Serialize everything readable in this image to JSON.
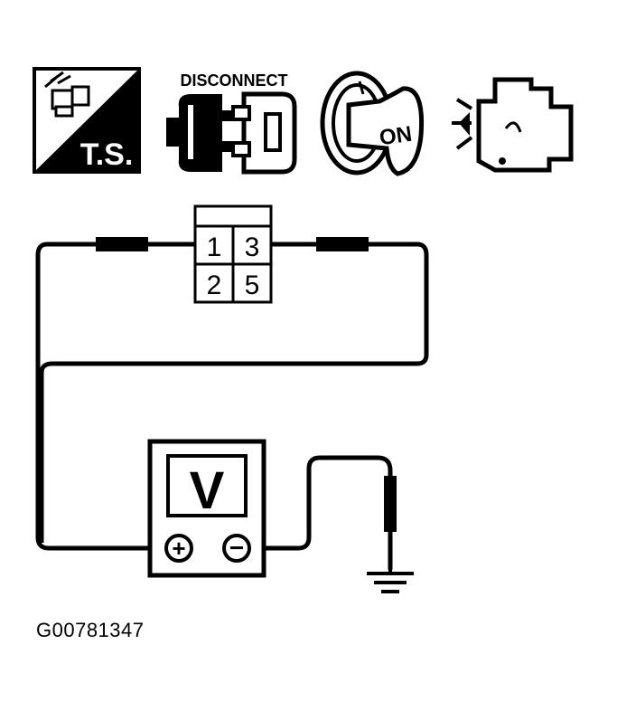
{
  "icons": {
    "ts_label": "T.S.",
    "disconnect_label": "DISCONNECT",
    "key_label": "ON"
  },
  "connector": {
    "pins": [
      "1",
      "3",
      "2",
      "5"
    ]
  },
  "meter": {
    "display": "V",
    "plus": "+",
    "minus": "−"
  },
  "figure_code": "G00781347"
}
